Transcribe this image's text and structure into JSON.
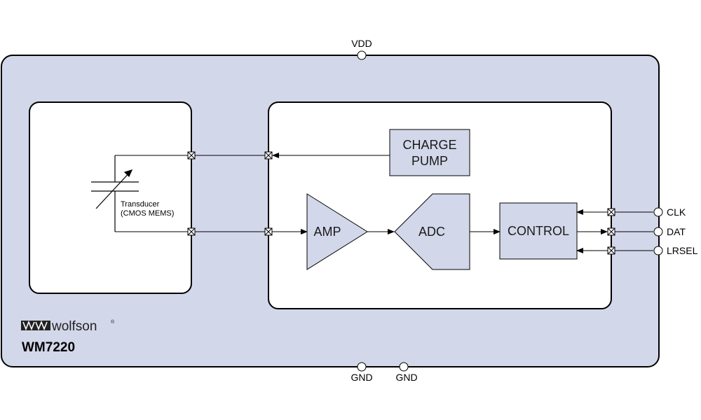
{
  "colors": {
    "chip_fill": "#d3d7ea",
    "block_fill": "#d3d7ea",
    "panel_fill": "#ffffff",
    "stroke": "#000000"
  },
  "pins": {
    "vdd": "VDD",
    "gnd1": "GND",
    "gnd2": "GND",
    "clk": "CLK",
    "dat": "DAT",
    "lrsel": "LRSEL"
  },
  "transducer": {
    "line1": "Transducer",
    "line2": "(CMOS MEMS)"
  },
  "blocks": {
    "charge_pump_line1": "CHARGE",
    "charge_pump_line2": "PUMP",
    "amp": "AMP",
    "adc": "ADC",
    "control": "CONTROL"
  },
  "brand": {
    "logo_text": "wolfson",
    "registered": "®",
    "part_number": "WM7220"
  }
}
